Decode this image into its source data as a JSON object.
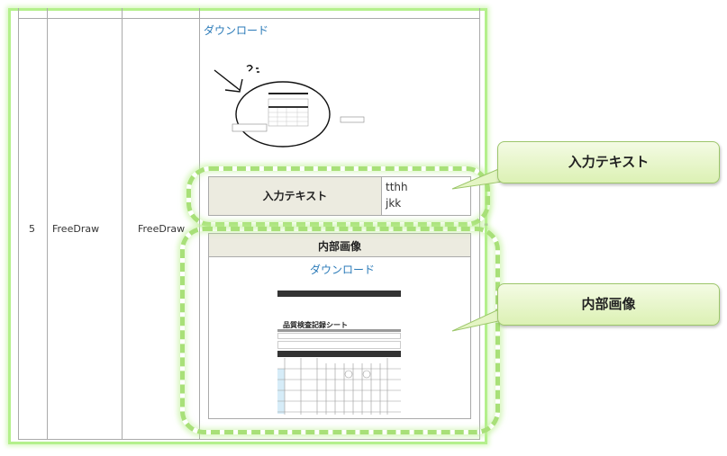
{
  "row": {
    "number": "5",
    "type": "FreeDraw",
    "name": "FreeDraw",
    "download_label": "ダウンロード"
  },
  "input_text": {
    "label": "入力テキスト",
    "value_line1": "tthh",
    "value_line2": "jkk"
  },
  "internal_image": {
    "label": "内部画像",
    "download_label": "ダウンロード",
    "sheet_title": "品質検査記録シート"
  },
  "callouts": {
    "input_text": "入力テキスト",
    "internal_image": "内部画像"
  },
  "colors": {
    "highlight_green": "#a8e078",
    "link_blue": "#2a7ab8",
    "header_bg": "#ecebe0"
  }
}
